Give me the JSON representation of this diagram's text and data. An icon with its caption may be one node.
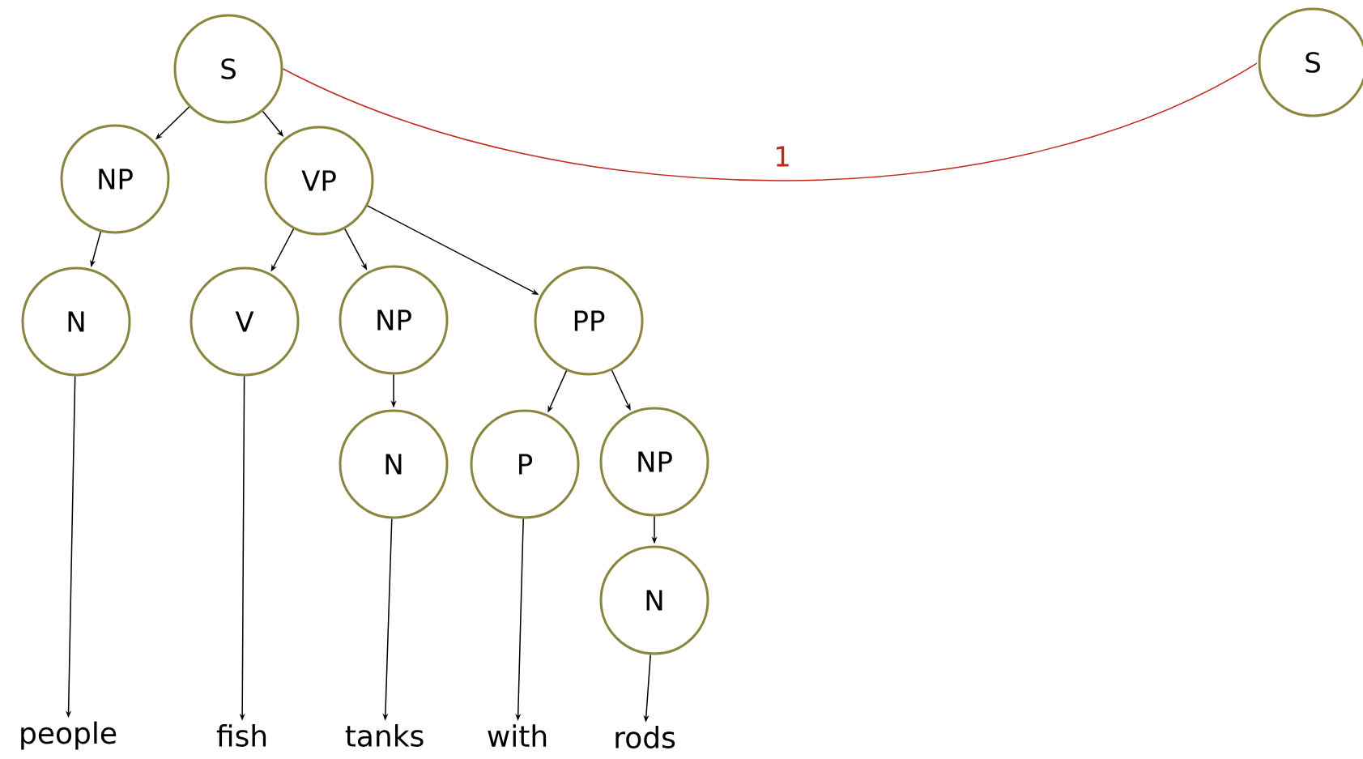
{
  "diagram": {
    "nodes": [
      {
        "text": [
          "S"
        ]
      },
      {
        "text": [
          "NP"
        ]
      },
      {
        "text": [
          "VP"
        ]
      },
      {
        "text": [
          "N"
        ]
      },
      {
        "text": [
          "V"
        ]
      },
      {
        "text": [
          "NP"
        ]
      },
      {
        "text": [
          "PP"
        ]
      },
      {
        "text": [
          "N"
        ]
      },
      {
        "text": [
          "P"
        ]
      },
      {
        "text": [
          "NP"
        ]
      },
      {
        "text": [
          "N"
        ]
      },
      {
        "text": [
          "people"
        ]
      },
      {
        "text": [
          "fish"
        ]
      },
      {
        "text": [
          "tanks"
        ]
      },
      {
        "text": [
          "with"
        ]
      },
      {
        "text": [
          "rods"
        ]
      },
      {
        "text": [
          "S"
        ]
      }
    ],
    "edges": [
      {
        "from": 0,
        "to": 1,
        "arrow": "to"
      },
      {
        "from": 0,
        "to": 2,
        "arrow": "to"
      },
      {
        "from": 1,
        "to": 3,
        "arrow": "to"
      },
      {
        "from": 2,
        "to": 4,
        "arrow": "to"
      },
      {
        "from": 2,
        "to": 5,
        "arrow": "to"
      },
      {
        "from": 2,
        "to": 6,
        "arrow": "to"
      },
      {
        "from": 5,
        "to": 7,
        "arrow": "to"
      },
      {
        "from": 6,
        "to": 8,
        "arrow": "to"
      },
      {
        "from": 6,
        "to": 9,
        "arrow": "to"
      },
      {
        "from": 9,
        "to": 10,
        "arrow": "to"
      },
      {
        "from": 3,
        "to": 11,
        "arrow": "to"
      },
      {
        "from": 4,
        "to": 12,
        "arrow": "to"
      },
      {
        "from": 7,
        "to": 13,
        "arrow": "to"
      },
      {
        "from": 8,
        "to": 14,
        "arrow": "to"
      },
      {
        "from": 10,
        "to": 15,
        "arrow": "to"
      },
      {
        "from": 0,
        "to": 16,
        "arrow": "none",
        "label": "1",
        "color": "#c0281c"
      }
    ]
  }
}
